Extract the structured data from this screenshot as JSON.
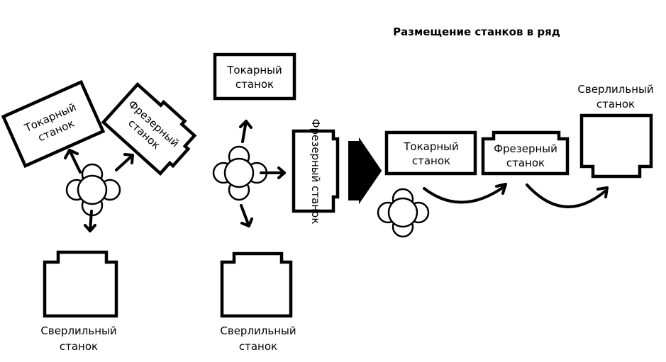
{
  "title": "Размещение станков в ряд",
  "machines": {
    "lathe": [
      "Токарный",
      "станок"
    ],
    "mill": [
      "Фрезерный",
      "станок"
    ],
    "drill": [
      "Сверлильный",
      "станок"
    ],
    "mill_vertical": "Фрезерный станок"
  },
  "colors": {
    "ink": "#000000",
    "background": "#ffffff"
  }
}
